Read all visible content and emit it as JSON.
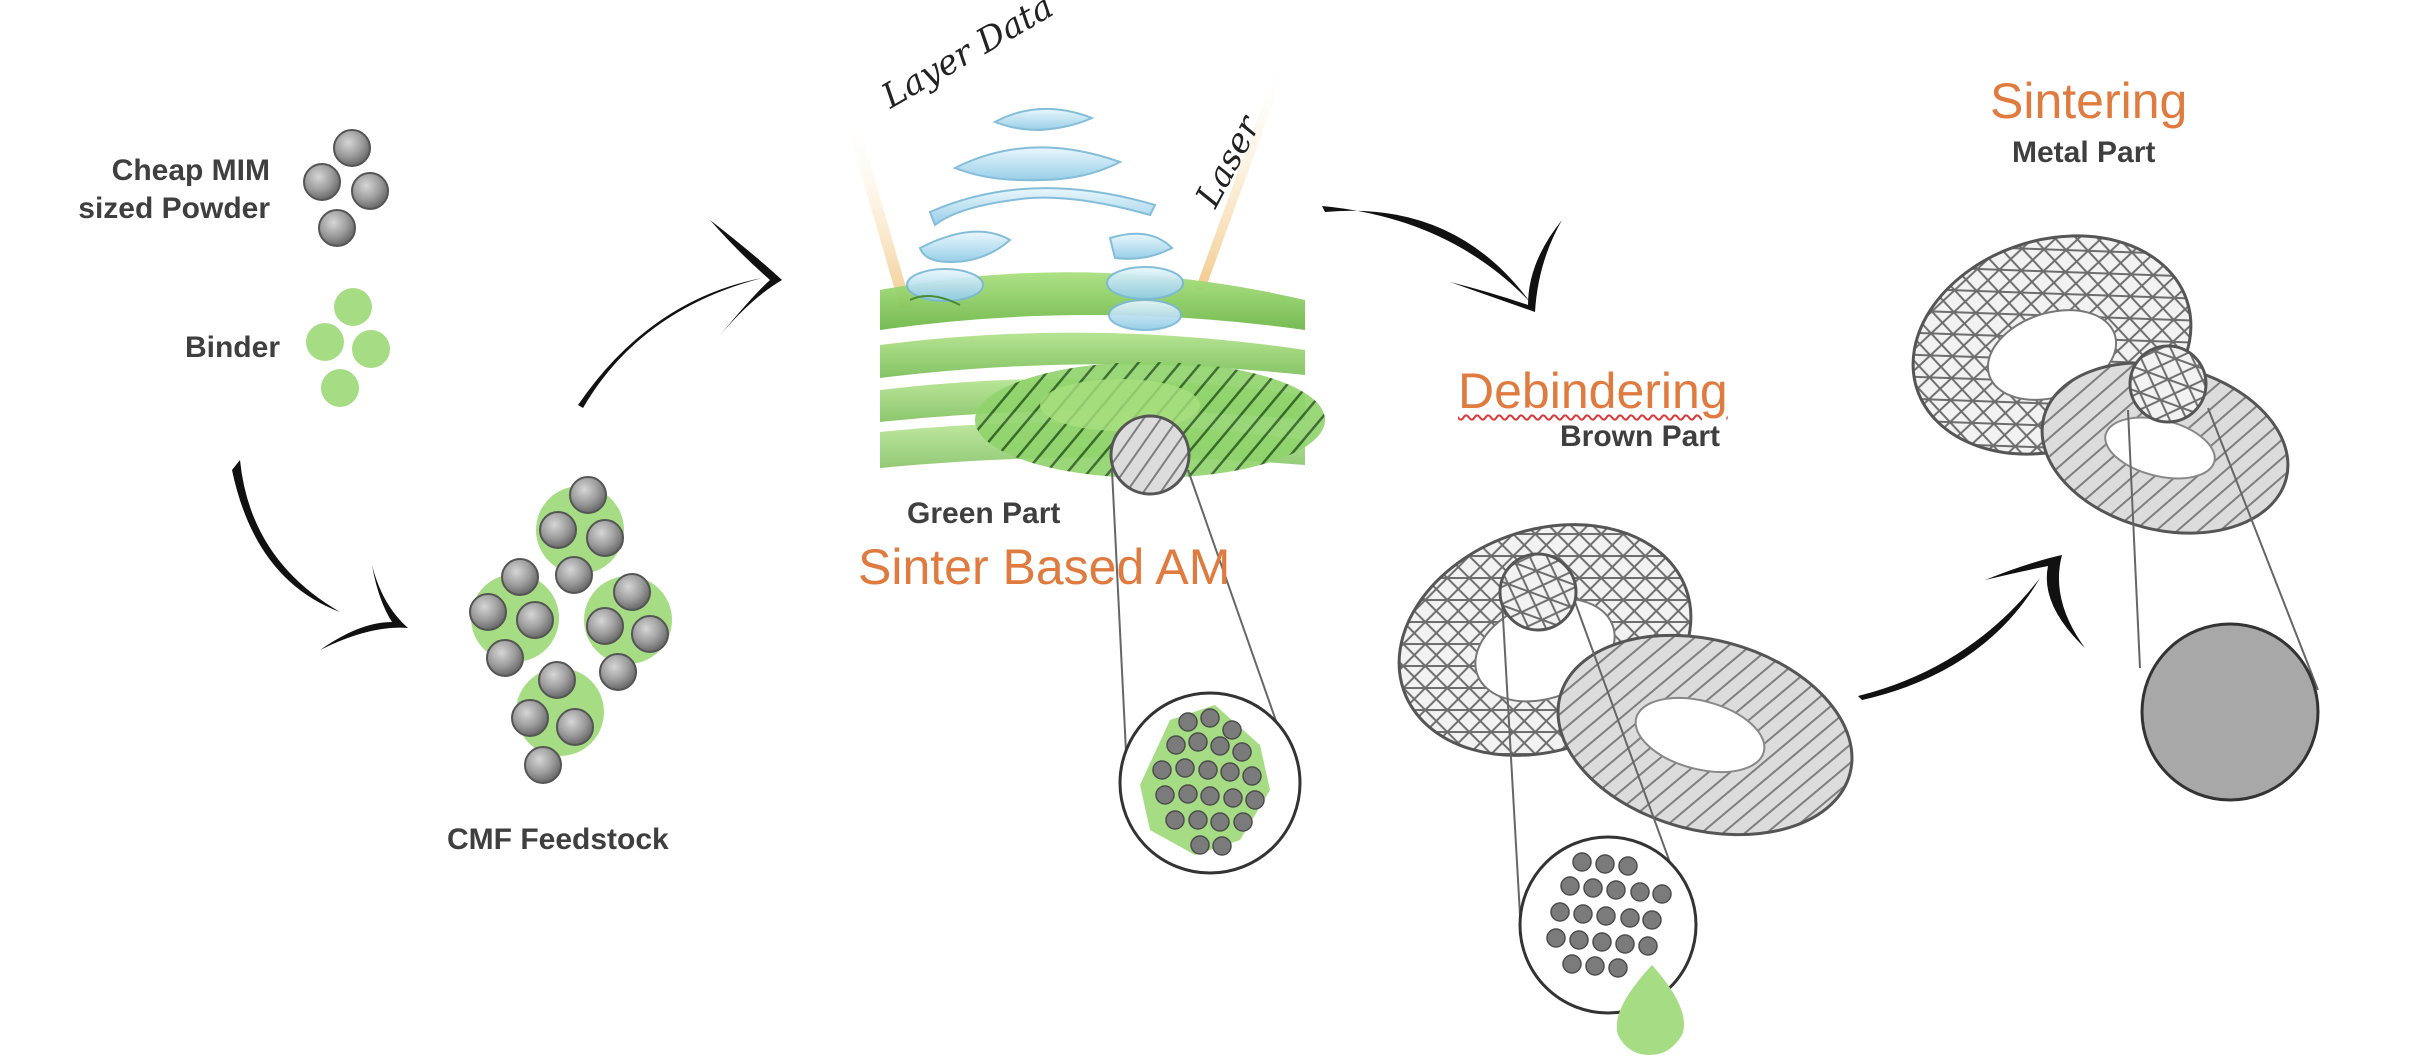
{
  "colors": {
    "accent_orange": "#e07b40",
    "label_gray": "#3f3f3f",
    "binder_green": "#a6dd84",
    "green_part": "#8fd36a",
    "particle_dark": "#7a7a7a",
    "particle_light": "#9c9c9c",
    "layer_blue": "#bfe6f5",
    "metal_gray": "#b5b5b5",
    "arrow": "#111111",
    "laser_beam": "#f5d9a8"
  },
  "labels": {
    "powder_line1": "Cheap MIM",
    "powder_line2": "sized Powder",
    "binder": "Binder",
    "feedstock": "CMF Feedstock",
    "layer_data": "Layer Data",
    "laser": "Laser",
    "green_part": "Green Part",
    "sinter_am": "Sinter Based AM",
    "debindering": "Debindering",
    "brown_part": "Brown Part",
    "sintering": "Sintering",
    "metal_part": "Metal Part"
  },
  "icons": [
    "powder-particles-icon",
    "binder-particles-icon",
    "feedstock-granules-icon",
    "arrow-icon",
    "layer-stack-icon",
    "laser-beam-icon",
    "torus-part-icon",
    "magnifier-detail-icon",
    "binder-droplet-icon"
  ]
}
